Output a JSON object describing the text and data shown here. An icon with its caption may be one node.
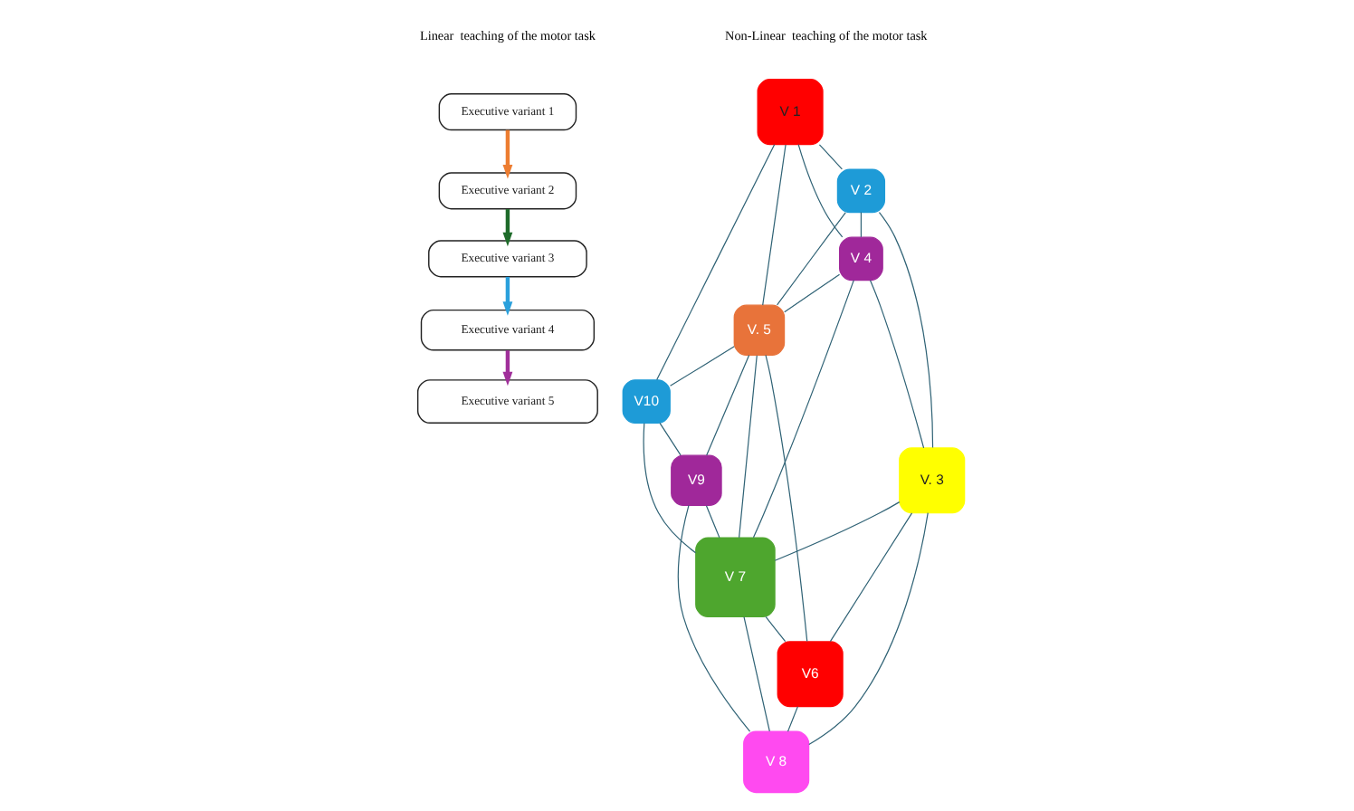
{
  "diagram": {
    "nodes": [
      {
        "text": [
          "Executive variant 1"
        ]
      },
      {
        "text": [
          "Executive variant 2"
        ]
      },
      {
        "text": [
          "Executive variant 3"
        ]
      },
      {
        "text": [
          "Executive variant 4"
        ]
      },
      {
        "text": [
          "Executive variant 5"
        ]
      },
      {
        "text": [
          "V 1"
        ]
      },
      {
        "text": [
          "V 2"
        ]
      },
      {
        "text": [
          "V 4"
        ]
      },
      {
        "text": [
          "V. 5"
        ]
      },
      {
        "text": [
          "V. 3"
        ]
      },
      {
        "text": [
          "V10"
        ]
      },
      {
        "text": [
          "V 7"
        ]
      },
      {
        "text": [
          "V6"
        ]
      },
      {
        "text": [
          "V9"
        ]
      },
      {
        "text": [
          "V 8"
        ]
      }
    ],
    "edges": [
      {
        "from": 0,
        "to": 1,
        "arrow": "to",
        "style": "thick",
        "color": "#ed7d31"
      },
      {
        "from": 1,
        "to": 2,
        "arrow": "to",
        "style": "thick",
        "color": "#1e6b2a"
      },
      {
        "from": 2,
        "to": 3,
        "arrow": "to",
        "style": "thick",
        "color": "#2aa0dc"
      },
      {
        "from": 3,
        "to": 4,
        "arrow": "to",
        "style": "thick",
        "color": "#a0309a"
      },
      {
        "from": 5,
        "to": 6,
        "arrow": "none"
      },
      {
        "from": 5,
        "to": 7,
        "arrow": "none"
      },
      {
        "from": 5,
        "to": 10,
        "arrow": "none"
      },
      {
        "from": 5,
        "to": 8,
        "arrow": "none"
      },
      {
        "from": 6,
        "to": 8,
        "arrow": "none"
      },
      {
        "from": 6,
        "to": 7,
        "arrow": "none"
      },
      {
        "from": 6,
        "to": 9,
        "arrow": "none"
      },
      {
        "from": 7,
        "to": 8,
        "arrow": "none"
      },
      {
        "from": 7,
        "to": 11,
        "arrow": "none"
      },
      {
        "from": 7,
        "to": 9,
        "arrow": "none"
      },
      {
        "from": 8,
        "to": 10,
        "arrow": "none"
      },
      {
        "from": 8,
        "to": 12,
        "arrow": "none"
      },
      {
        "from": 8,
        "to": 11,
        "arrow": "none"
      },
      {
        "from": 8,
        "to": 13,
        "arrow": "none"
      },
      {
        "from": 9,
        "to": 11,
        "arrow": "none"
      },
      {
        "from": 9,
        "to": 14,
        "arrow": "none"
      },
      {
        "from": 9,
        "to": 12,
        "arrow": "none"
      },
      {
        "from": 10,
        "to": 11,
        "arrow": "none"
      },
      {
        "from": 10,
        "to": 13,
        "arrow": "none"
      },
      {
        "from": 13,
        "to": 11,
        "arrow": "none"
      },
      {
        "from": 13,
        "to": 14,
        "arrow": "none"
      },
      {
        "from": 11,
        "to": 14,
        "arrow": "none"
      },
      {
        "from": 11,
        "to": 12,
        "arrow": "none"
      },
      {
        "from": 12,
        "to": 14,
        "arrow": "none"
      }
    ],
    "labels": [
      "Linear  teaching of the motor task",
      "Non-Linear  teaching of the motor task"
    ]
  }
}
